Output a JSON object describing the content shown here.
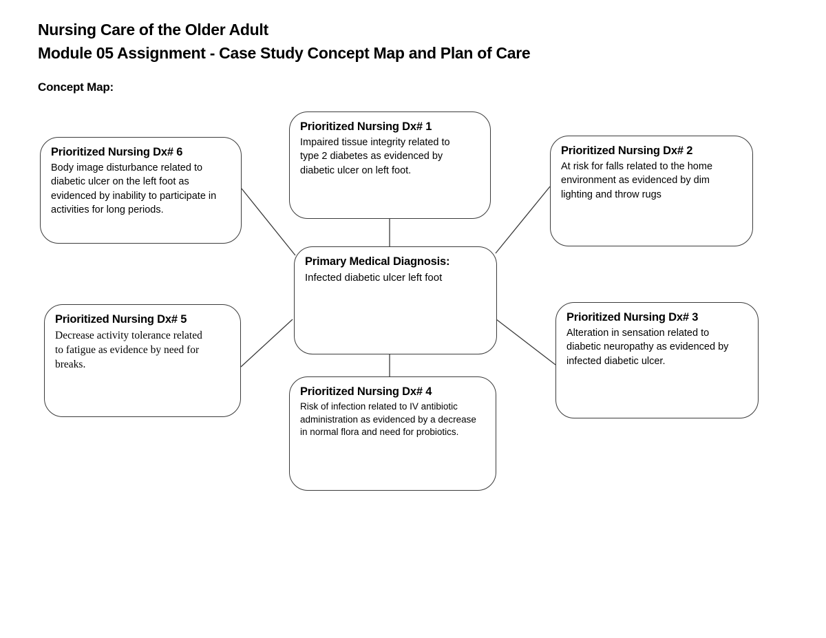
{
  "document": {
    "title_line1": "Nursing Care of the Older Adult",
    "title_line2": "Module 05 Assignment - Case Study Concept Map and Plan of Care",
    "section_label": "Concept Map:"
  },
  "concept_map": {
    "center": {
      "title": "Primary Medical Diagnosis:",
      "body": "Infected diabetic ulcer left foot"
    },
    "nodes": [
      {
        "id": "dx1",
        "title": "Prioritized Nursing Dx# 1",
        "body": "Impaired tissue integrity related to\ntype 2 diabetes as evidenced by\ndiabetic ulcer on left foot."
      },
      {
        "id": "dx2",
        "title": "Prioritized Nursing Dx# 2",
        "body": "At risk for falls related to the home\nenvironment as evidenced by dim\nlighting and throw rugs"
      },
      {
        "id": "dx3",
        "title": "Prioritized Nursing Dx# 3",
        "body": "Alteration in sensation related to\ndiabetic neuropathy as evidenced by\ninfected diabetic ulcer."
      },
      {
        "id": "dx4",
        "title": "Prioritized Nursing Dx# 4",
        "body": "Risk of infection related to IV antibiotic\nadministration as evidenced by a decrease\nin normal flora and need for probiotics."
      },
      {
        "id": "dx5",
        "title": "Prioritized Nursing Dx# 5",
        "body": "Decrease activity tolerance related\nto fatigue as evidence by need for\nbreaks."
      },
      {
        "id": "dx6",
        "title": "Prioritized Nursing Dx# 6",
        "body": "Body image disturbance related to\ndiabetic ulcer on the left foot as\nevidenced by inability to participate in\nactivities for long periods."
      }
    ]
  },
  "colors": {
    "background": "#ffffff",
    "text": "#000000",
    "node_border": "#3a3a3a",
    "connector": "#3a3a3a"
  }
}
